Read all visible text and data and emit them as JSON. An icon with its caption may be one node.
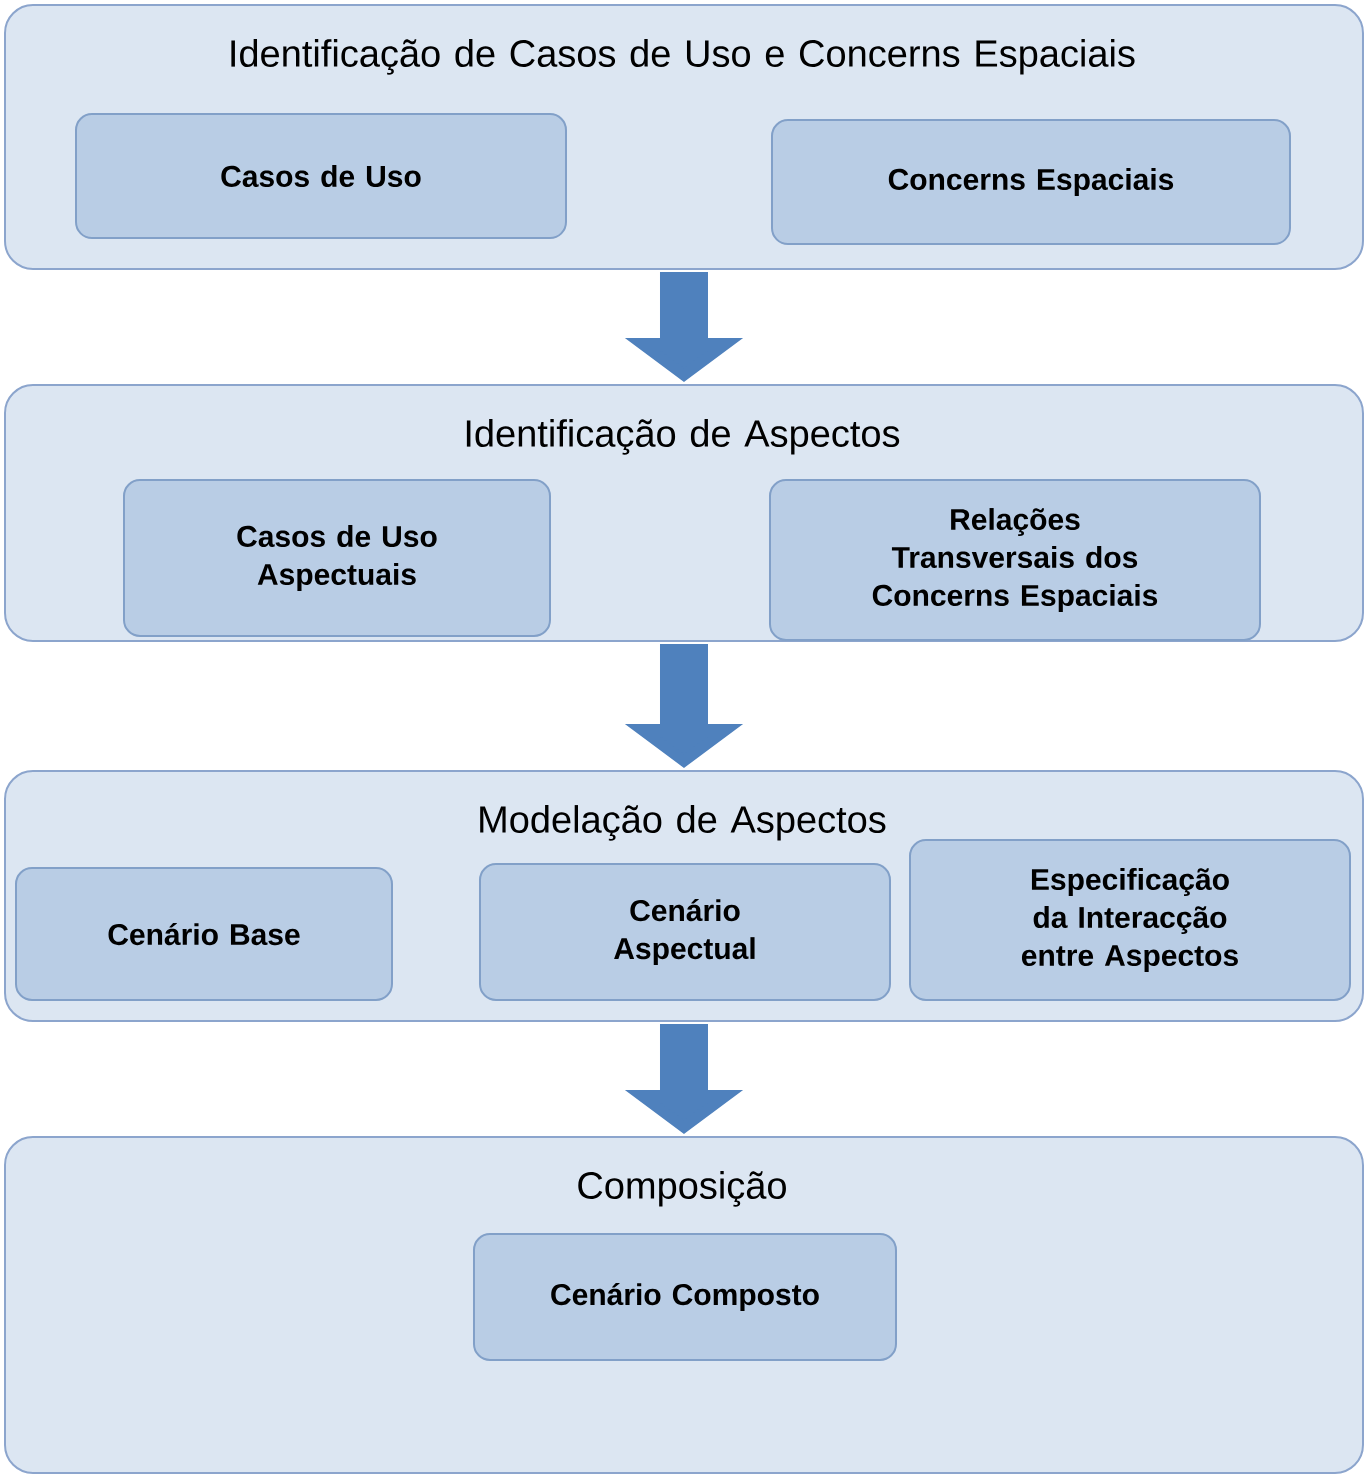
{
  "diagram": {
    "nodes": [
      {
        "text": [
          "Identificação de Casos de Uso e Concerns Espaciais"
        ]
      },
      {
        "text": [
          "Casos de Uso"
        ],
        "in": 0
      },
      {
        "text": [
          "Concerns Espaciais"
        ],
        "in": 0
      },
      {
        "text": [
          "Identificação de Aspectos"
        ]
      },
      {
        "text": [
          "Casos de Uso Aspectuais"
        ],
        "in": 3
      },
      {
        "text": [
          "Relações Transversais dos Concerns Espaciais"
        ],
        "in": 3
      },
      {
        "text": [
          "Modelação de Aspectos"
        ]
      },
      {
        "text": [
          "Cenário Base"
        ],
        "in": 6
      },
      {
        "text": [
          "Cenário Aspectual"
        ],
        "in": 6
      },
      {
        "text": [
          "Especificação da Interacção entre Aspectos"
        ],
        "in": 6
      },
      {
        "text": [
          "Composição"
        ]
      },
      {
        "text": [
          "Cenário Composto"
        ],
        "in": 10
      }
    ],
    "edges": [
      {
        "from": 0,
        "to": 3,
        "arrow": "to"
      },
      {
        "from": 3,
        "to": 6,
        "arrow": "to"
      },
      {
        "from": 6,
        "to": 10,
        "arrow": "to"
      }
    ]
  }
}
